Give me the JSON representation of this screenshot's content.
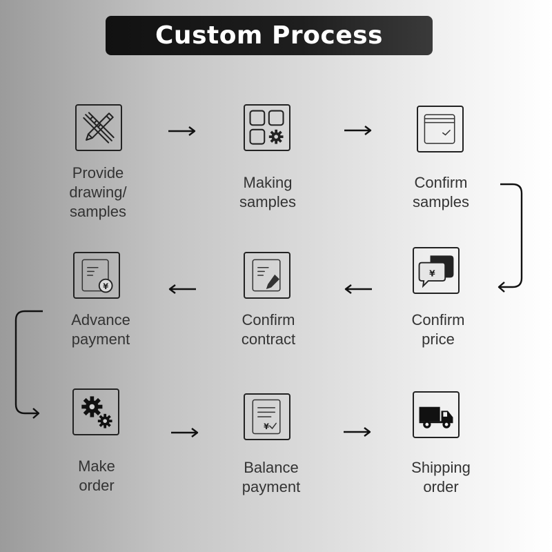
{
  "title": "Custom Process",
  "steps": [
    {
      "line1": "Provide",
      "line2": "drawing/",
      "line3": "samples",
      "icon": "pencil-ruler-icon"
    },
    {
      "line1": "Making",
      "line2": "samples",
      "icon": "grid-gear-icon"
    },
    {
      "line1": "Confirm",
      "line2": "samples",
      "icon": "sample-box-icon"
    },
    {
      "line1": "Confirm",
      "line2": "price",
      "icon": "price-chat-icon"
    },
    {
      "line1": "Confirm",
      "line2": "contract",
      "icon": "contract-pen-icon"
    },
    {
      "line1": "Advance",
      "line2": "payment",
      "icon": "document-yen-icon"
    },
    {
      "line1": "Make",
      "line2": "order",
      "icon": "gears-icon"
    },
    {
      "line1": "Balance",
      "line2": "payment",
      "icon": "document-yen-check-icon"
    },
    {
      "line1": "Shipping",
      "line2": "order",
      "icon": "truck-icon"
    }
  ],
  "colors": {
    "title_bg": "#1a1a1a",
    "title_text": "#ffffff",
    "stroke": "#222222",
    "label": "#333333"
  }
}
